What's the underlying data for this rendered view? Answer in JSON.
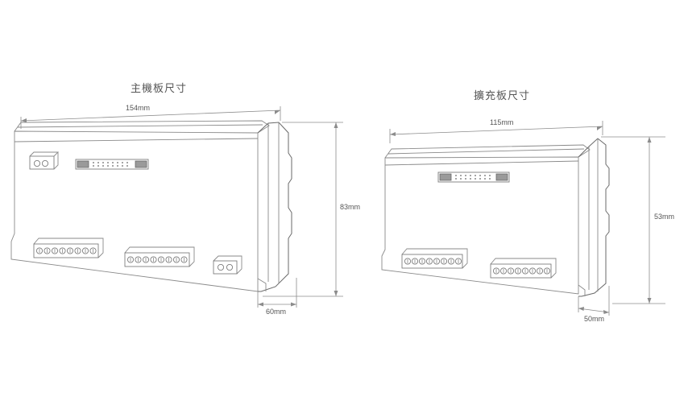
{
  "main_board": {
    "title": "主機板尺寸",
    "width_label": "154mm",
    "height_label": "83mm",
    "depth_label": "60mm"
  },
  "expansion_board": {
    "title": "擴充板尺寸",
    "width_label": "115mm",
    "height_label": "53mm",
    "depth_label": "50mm"
  }
}
